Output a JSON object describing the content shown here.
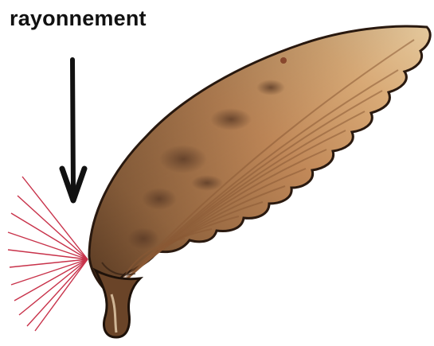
{
  "diagram": {
    "label": "rayonnement",
    "colors": {
      "arrow": "#111111",
      "rays": "#c8324a",
      "shell_light": "#e9c99a",
      "shell_mid": "#c98e5c",
      "shell_dark": "#7a5533",
      "shell_edge": "#2b1a10"
    },
    "elements": {
      "arrow": "downward-arrow",
      "rays": "red-radiating-lines",
      "object": "scallop-shell"
    }
  }
}
